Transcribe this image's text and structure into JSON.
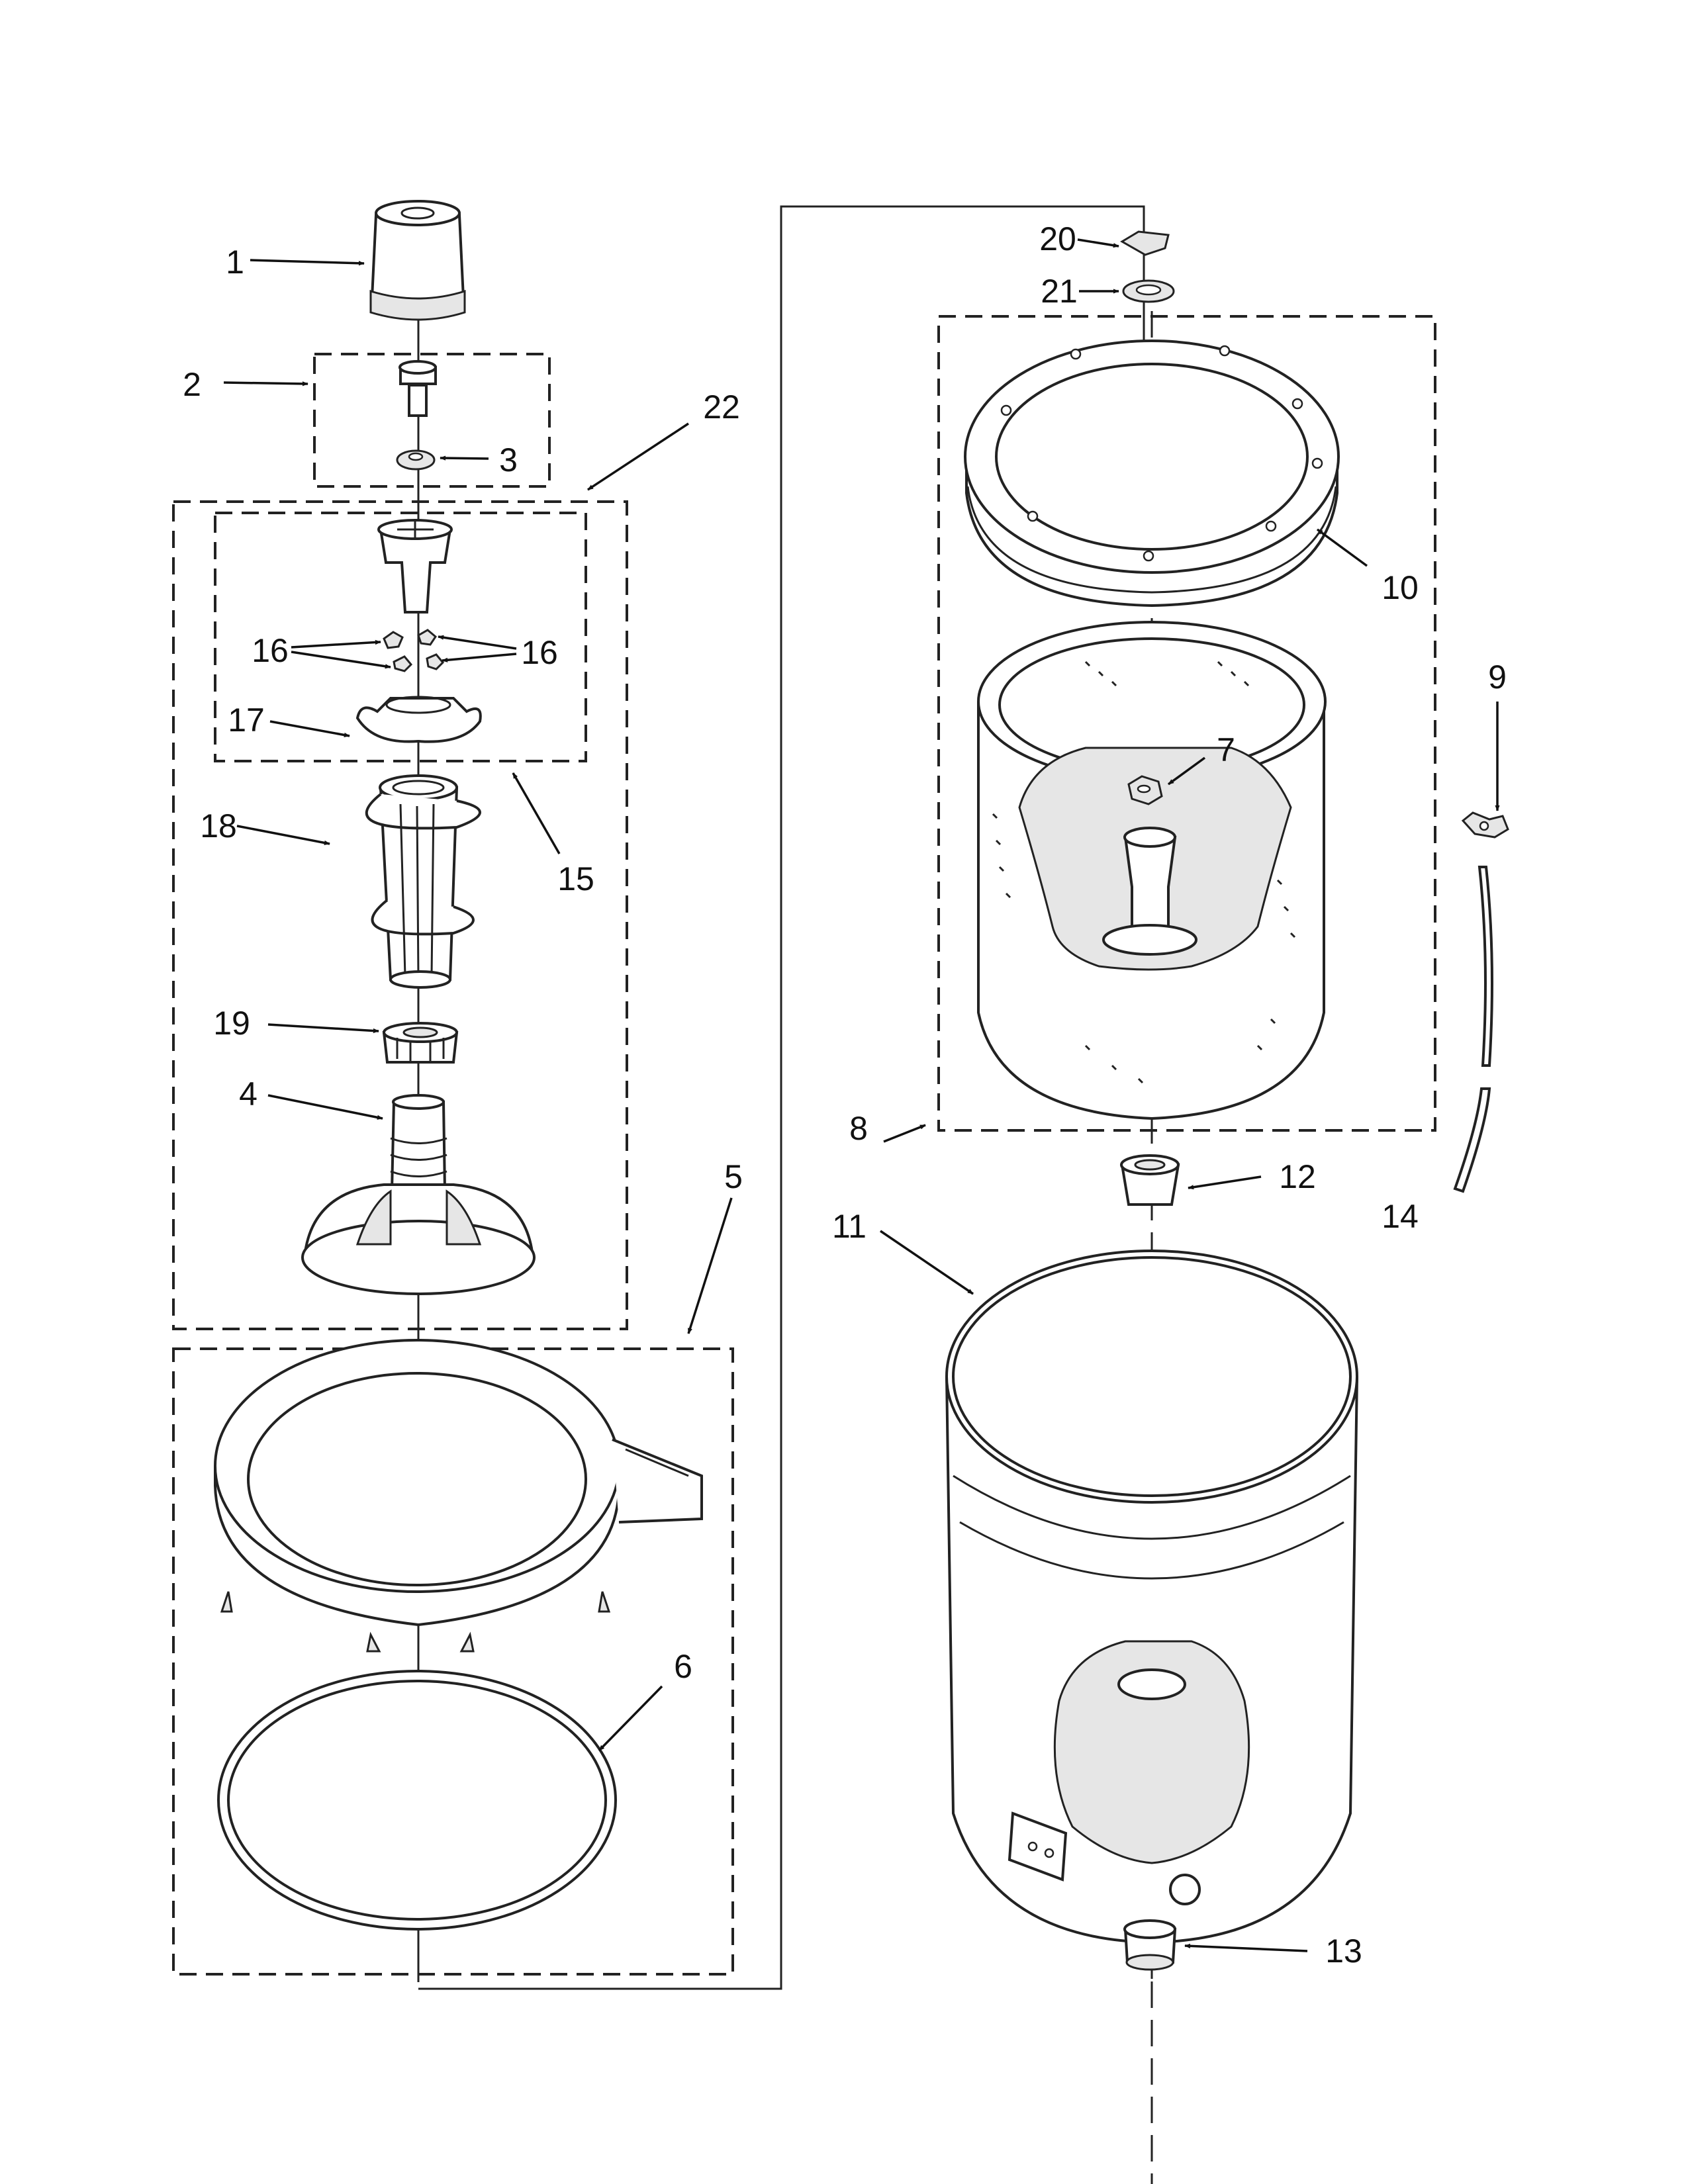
{
  "callouts": {
    "c1": "1",
    "c2": "2",
    "c3": "3",
    "c4": "4",
    "c5": "5",
    "c6": "6",
    "c7": "7",
    "c8": "8",
    "c9": "9",
    "c10": "10",
    "c11": "11",
    "c12": "12",
    "c13": "13",
    "c14": "14",
    "c15": "15",
    "c16a": "16",
    "c16b": "16",
    "c17": "17",
    "c18": "18",
    "c19": "19",
    "c20": "20",
    "c21": "21",
    "c22": "22"
  }
}
